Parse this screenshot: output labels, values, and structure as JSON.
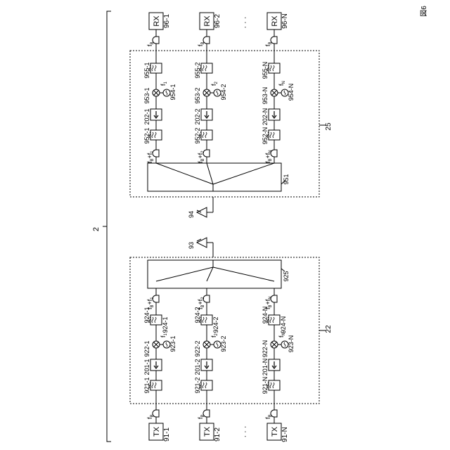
{
  "figure_label": "図6",
  "system_label": "2",
  "tx_block_label": "22",
  "rx_block_label": "25",
  "tx_antenna_label": "93",
  "rx_antenna_label": "94",
  "combiner_label": "925",
  "splitter_label": "951",
  "ellipsis": "· · ·",
  "tx_chains": [
    {
      "box": "TX",
      "source": "91-1",
      "freq": "f",
      "freq_sub": "B",
      "filter1": "921-1",
      "amp": "201-1",
      "mixer": "922-1",
      "lo_f": "f",
      "lo_sub": "1",
      "osc": "923-1",
      "filter2": "924-1",
      "out_f": "f",
      "out_sub": "B",
      "out_plus": "+f",
      "out_plus_sub": "1"
    },
    {
      "box": "TX",
      "source": "91-2",
      "freq": "f",
      "freq_sub": "B",
      "filter1": "921-2",
      "amp": "201-2",
      "mixer": "922-2",
      "lo_f": "f",
      "lo_sub": "2",
      "osc": "923-2",
      "filter2": "924-2",
      "out_f": "f",
      "out_sub": "B",
      "out_plus": "+f",
      "out_plus_sub": "2"
    },
    {
      "box": "TX",
      "source": "91-N",
      "freq": "f",
      "freq_sub": "B",
      "filter1": "921-N",
      "amp": "201-N",
      "mixer": "922-N",
      "lo_f": "f",
      "lo_sub": "N",
      "osc": "923-N",
      "filter2": "924-N",
      "out_f": "f",
      "out_sub": "B",
      "out_plus": "+f",
      "out_plus_sub": "N"
    }
  ],
  "rx_chains": [
    {
      "box": "RX",
      "sink": "96-1",
      "freq": "f",
      "freq_sub": "B",
      "filter1": "952-1",
      "amp": "202-1",
      "mixer": "953-1",
      "lo_f": "f",
      "lo_sub": "1",
      "osc": "954-1",
      "filter2": "955-1",
      "in_f": "f",
      "in_sub": "B",
      "in_plus": "+f",
      "in_plus_sub": "1"
    },
    {
      "box": "RX",
      "sink": "96-2",
      "freq": "f",
      "freq_sub": "B",
      "filter1": "952-2",
      "amp": "202-2",
      "mixer": "953-2",
      "lo_f": "f",
      "lo_sub": "2",
      "osc": "954-2",
      "filter2": "955-2",
      "in_f": "f",
      "in_sub": "B",
      "in_plus": "+f",
      "in_plus_sub": "2"
    },
    {
      "box": "RX",
      "sink": "96-N",
      "freq": "f",
      "freq_sub": "B",
      "filter1": "952-N",
      "amp": "202-N",
      "mixer": "953-N",
      "lo_f": "f",
      "lo_sub": "N",
      "osc": "954-N",
      "filter2": "955-N",
      "in_f": "f",
      "in_sub": "B",
      "in_plus": "+f",
      "in_plus_sub": "N"
    }
  ]
}
